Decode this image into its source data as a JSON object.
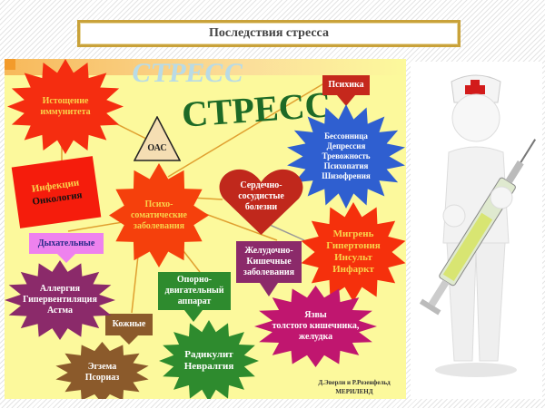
{
  "slide": {
    "title": "Последствия стресса"
  },
  "diagram": {
    "center_title": "СТРЕСС",
    "center_title_shadow": "СТРЕСС",
    "oas": "ОАС",
    "nodes": {
      "immunity": [
        "Истощение",
        "иммунитета"
      ],
      "infections": [
        "Инфекции",
        "Онкология"
      ],
      "psychosomatic": [
        "Психо-",
        "соматические",
        "заболевания"
      ],
      "psyche_label": "Психика",
      "psyche": [
        "Бессонница",
        "Депрессия",
        "Тревожность",
        "Психопатия",
        "Шизофрения"
      ],
      "cardio": [
        "Сердечно-",
        "сосудистые",
        "болезни"
      ],
      "cardio_list": [
        "Мигрень",
        "Гипертония",
        "Инсульт",
        "Инфаркт"
      ],
      "gi_label": [
        "Желудочно-",
        "Кишечные",
        "заболевания"
      ],
      "gi": [
        "Язвы",
        "толстого кишечника,",
        "желудка"
      ],
      "musculo_label": [
        "Опорно-",
        "двигательный",
        "аппарат"
      ],
      "musculo": [
        "Радикулит",
        "Невралгия"
      ],
      "skin_label": "Кожные",
      "skin": [
        "Эгзема",
        "Псориаз"
      ],
      "resp_label": "Дыхательные",
      "resp": [
        "Аллергия",
        "Гипервентиляция",
        "Астма"
      ]
    },
    "credit": [
      "Д.Эверли и  Р.Розенфельд",
      "МЕРИЛЕНД"
    ]
  },
  "colors": {
    "background": "#fcf99c",
    "lines": "#e0a030",
    "title_border": "#c9a23a"
  },
  "icons": {
    "nurse": "nurse-with-syringe-illustration"
  }
}
